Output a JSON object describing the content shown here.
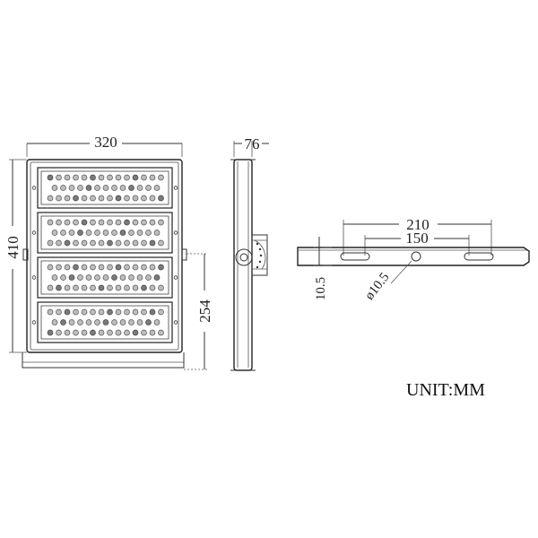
{
  "front_view": {
    "width_label": "320",
    "height_label": "410",
    "mount_height_label": "254",
    "module_count": 4
  },
  "side_view": {
    "depth_label": "76"
  },
  "bracket_view": {
    "span_outer_label": "210",
    "span_inner_label": "150",
    "thickness_label": "10.5",
    "hole_label": "ø10.5"
  },
  "unit_label": "UNIT:MM"
}
